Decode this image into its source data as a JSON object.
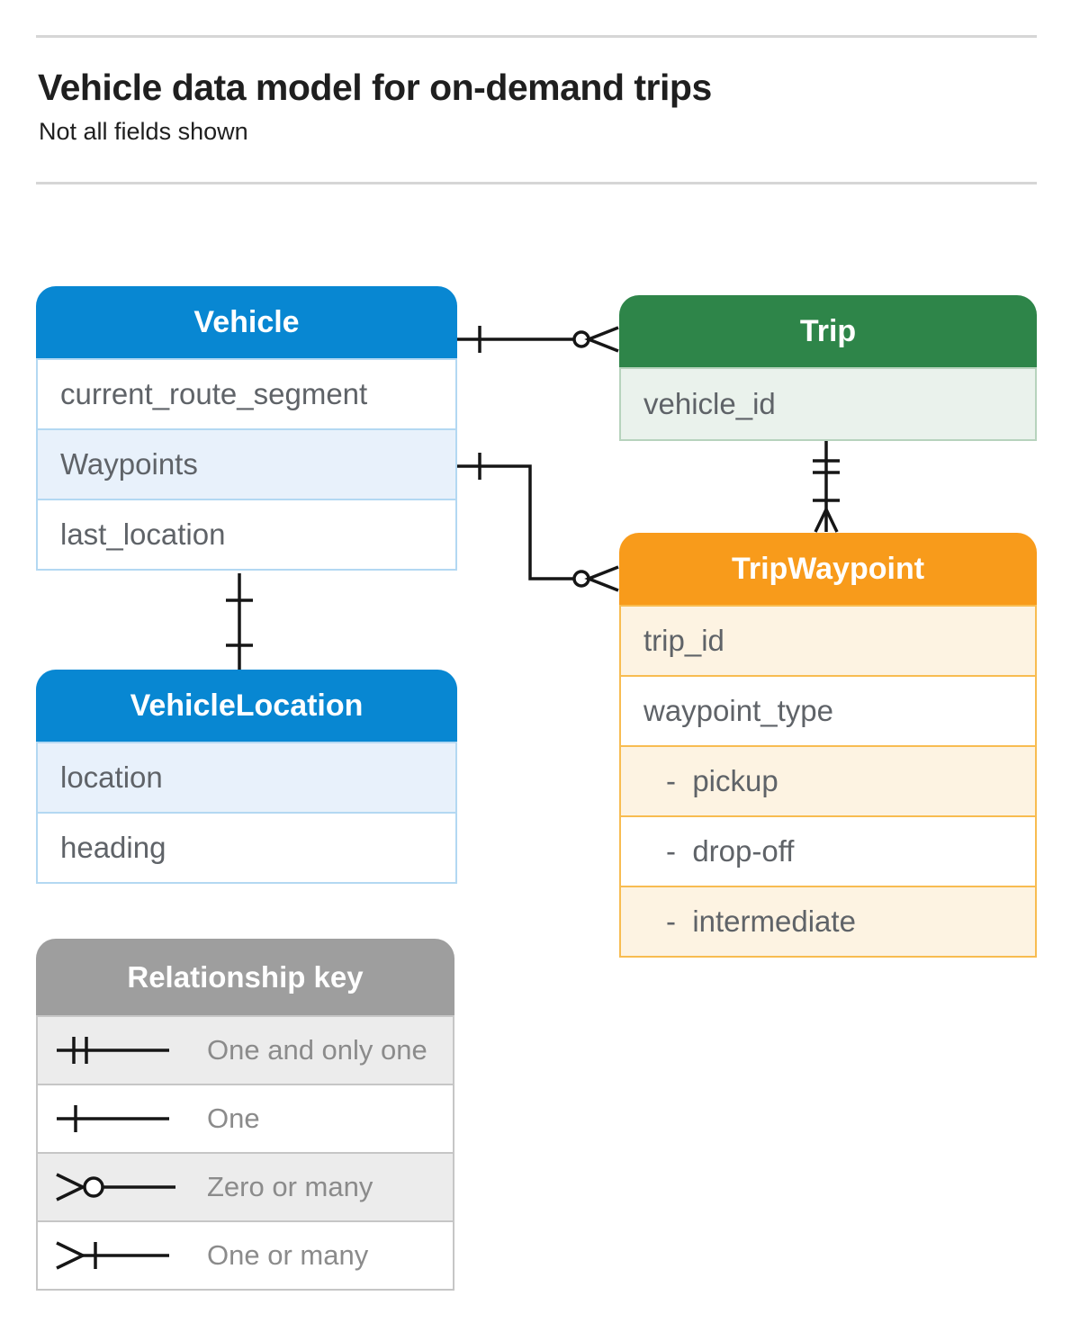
{
  "header": {
    "title": "Vehicle data model for on-demand trips",
    "subtitle": "Not all fields shown"
  },
  "entities": {
    "vehicle": {
      "title": "Vehicle",
      "fields": [
        "current_route_segment",
        "Waypoints",
        "last_location"
      ]
    },
    "trip": {
      "title": "Trip",
      "fields": [
        "vehicle_id"
      ]
    },
    "tripWaypoint": {
      "title": "TripWaypoint",
      "fields": [
        "trip_id",
        "waypoint_type",
        "-  pickup",
        "-  drop-off",
        "-  intermediate"
      ]
    },
    "vehicleLocation": {
      "title": "VehicleLocation",
      "fields": [
        "location",
        "heading"
      ]
    }
  },
  "relationships": [
    {
      "from": "Vehicle",
      "to": "Trip",
      "from_end": "one",
      "to_end": "zero-or-many"
    },
    {
      "from": "Vehicle.Waypoints",
      "to": "TripWaypoint",
      "from_end": "one",
      "to_end": "zero-or-many"
    },
    {
      "from": "Trip",
      "to": "TripWaypoint",
      "from_end": "one-and-only-one",
      "to_end": "one-or-many"
    },
    {
      "from": "Vehicle",
      "to": "VehicleLocation",
      "from_end": "one",
      "to_end": "one"
    }
  ],
  "legend": {
    "title": "Relationship key",
    "items": [
      {
        "symbol": "one-and-only-one",
        "label": "One and only one"
      },
      {
        "symbol": "one",
        "label": "One"
      },
      {
        "symbol": "zero-or-many",
        "label": "Zero or many"
      },
      {
        "symbol": "one-or-many",
        "label": "One or many"
      }
    ]
  },
  "colors": {
    "blue": "#0887d2",
    "blue-light": "#e8f1fb",
    "blue-border": "#b3d8f2",
    "green": "#2e8549",
    "green-light": "#eaf2ec",
    "green-border": "#b7d3bd",
    "orange": "#f89b1b",
    "orange-light": "#fdf3e2",
    "orange-border": "#f8bc51",
    "gray": "#9e9e9e",
    "gray-light": "#ececec",
    "gray-border": "#c6c6c6",
    "text": "#5f6368",
    "legend-text": "#8b8b8b",
    "title-text": "#1f1f1f",
    "divider": "#d6d6d6",
    "line": "#161616"
  }
}
